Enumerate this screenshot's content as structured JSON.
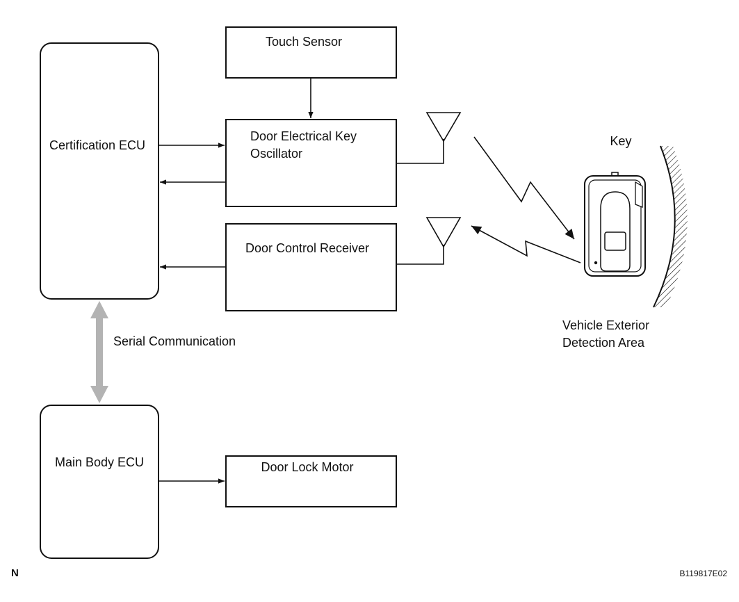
{
  "nodes": {
    "certification_ecu": "Certification ECU",
    "main_body_ecu": "Main Body ECU",
    "touch_sensor": "Touch Sensor",
    "door_key_oscillator_line1": "Door Electrical Key",
    "door_key_oscillator_line2": "Oscillator",
    "door_control_receiver": "Door Control Receiver",
    "door_lock_motor": "Door Lock Motor",
    "key": "Key"
  },
  "labels": {
    "serial_communication": "Serial Communication",
    "detection_area_line1": "Vehicle Exterior",
    "detection_area_line2": "Detection Area",
    "corner_mark": "N",
    "figure_code": "B119817E02"
  },
  "colors": {
    "line": "#111111",
    "serial_arrow": "#b3b3b3",
    "background": "#ffffff"
  },
  "edges": [
    {
      "from": "touch_sensor",
      "to": "door_key_oscillator",
      "type": "arrow"
    },
    {
      "from": "certification_ecu",
      "to": "door_key_oscillator",
      "type": "arrow"
    },
    {
      "from": "door_key_oscillator",
      "to": "certification_ecu",
      "type": "arrow"
    },
    {
      "from": "door_control_receiver",
      "to": "certification_ecu",
      "type": "arrow"
    },
    {
      "from": "certification_ecu",
      "to": "main_body_ecu",
      "type": "bidirectional",
      "label": "labels.serial_communication"
    },
    {
      "from": "main_body_ecu",
      "to": "door_lock_motor",
      "type": "arrow"
    },
    {
      "from": "door_key_oscillator",
      "to": "key",
      "type": "wireless"
    },
    {
      "from": "key",
      "to": "door_control_receiver",
      "type": "wireless"
    }
  ]
}
